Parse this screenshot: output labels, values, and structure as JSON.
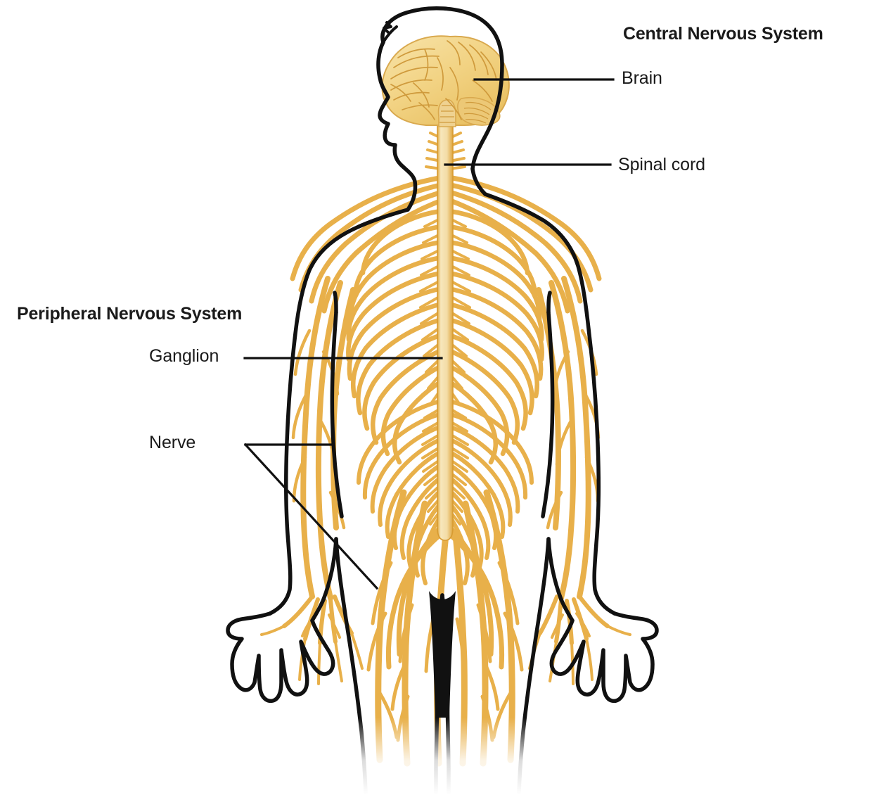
{
  "diagram": {
    "title": "Human Nervous System",
    "subject": "anatomical illustration of the central and peripheral nervous system",
    "background_color": "#ffffff",
    "nerve_color": "#e8b04a",
    "nerve_light_color": "#f6e3b0",
    "brain_color": "#f2d27e",
    "outline_color": "#111111",
    "text_color": "#1a1a1a"
  },
  "groups": {
    "central": {
      "title": "Central Nervous System",
      "parts": [
        {
          "label": "Brain",
          "leader": "horizontal"
        },
        {
          "label": "Spinal cord",
          "leader": "horizontal"
        }
      ]
    },
    "peripheral": {
      "title": "Peripheral Nervous System",
      "parts": [
        {
          "label": "Ganglion",
          "leader": "horizontal"
        },
        {
          "label": "Nerve",
          "leader": "forked"
        }
      ]
    }
  },
  "labels": {
    "cns_title": "Central Nervous System",
    "pns_title": "Peripheral Nervous System",
    "brain": "Brain",
    "spinal_cord": "Spinal cord",
    "ganglion": "Ganglion",
    "nerve": "Nerve"
  },
  "anatomy": {
    "figure": "anterior view of a standing human body outline, head in left profile",
    "structures": [
      "brain",
      "brainstem",
      "cerebellum",
      "spinal cord",
      "cervical nerve roots",
      "brachial plexus",
      "intercostal nerves",
      "lumbar plexus",
      "cauda equina",
      "sciatic nerves",
      "arm nerves",
      "hand and finger nerves",
      "leg nerves"
    ]
  }
}
